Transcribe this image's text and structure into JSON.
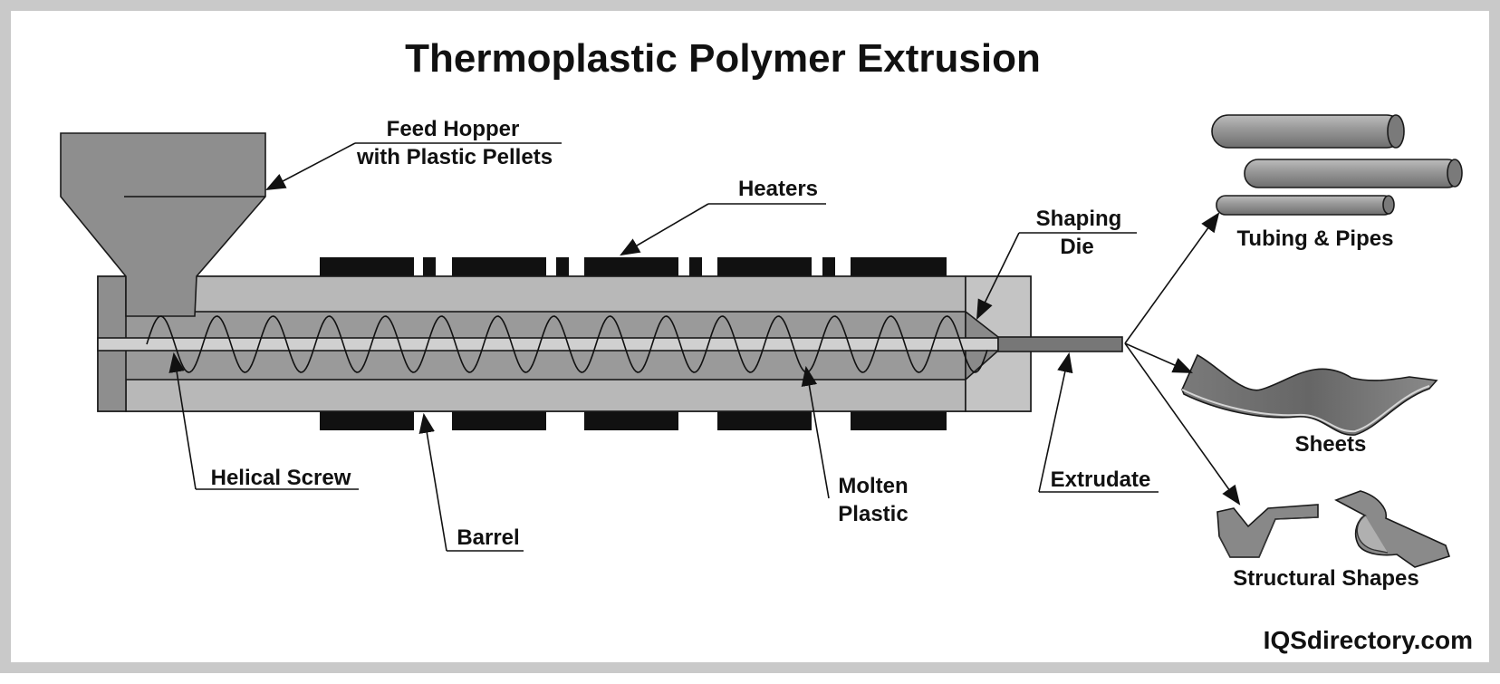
{
  "title": "Thermoplastic Polymer Extrusion",
  "labels": {
    "feed_hopper_line1": "Feed Hopper",
    "feed_hopper_line2": "with Plastic Pellets",
    "heaters": "Heaters",
    "shaping_die_line1": "Shaping",
    "shaping_die_line2": "Die",
    "helical_screw": "Helical Screw",
    "barrel": "Barrel",
    "molten_plastic_line1": "Molten",
    "molten_plastic_line2": "Plastic",
    "extrudate": "Extrudate",
    "tubing_pipes": "Tubing & Pipes",
    "sheets": "Sheets",
    "structural_shapes": "Structural Shapes"
  },
  "brand": "IQSdirectory.com",
  "colors": {
    "frame": "#c9c9c9",
    "barrel_body": "#9a9a9a",
    "barrel_light": "#b8b8b8",
    "screw_shaft": "#d0d0d0",
    "heater": "#111111",
    "product": "#8a8a8a"
  }
}
